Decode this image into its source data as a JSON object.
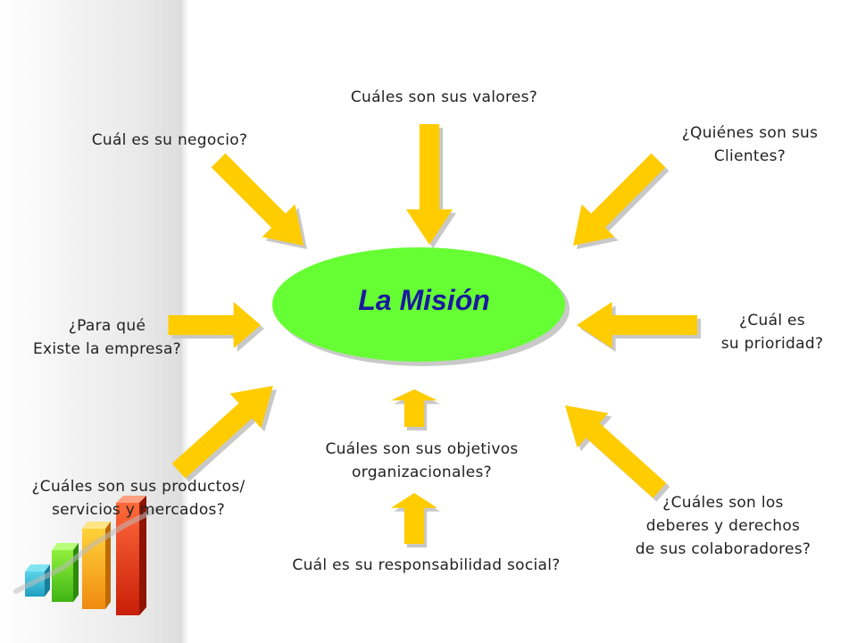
{
  "center": {
    "title": "La Misión"
  },
  "questions": {
    "valores": "Cuáles son sus valores?",
    "negocio": "Cuál es su negocio?",
    "clientes_1": "¿Quiénes son sus",
    "clientes_2": "Clientes?",
    "para_que_1": "¿Para qué",
    "para_que_2": "Existe la empresa?",
    "prioridad_1": "¿Cuál es",
    "prioridad_2": "su prioridad?",
    "objetivos_1": "Cuáles son sus objetivos",
    "objetivos_2": "organizacionales?",
    "productos_1": "¿Cuáles son sus productos/",
    "productos_2": "servicios y mercados?",
    "deberes_1": "¿Cuáles son los",
    "deberes_2": "deberes y derechos",
    "deberes_3": "de sus colaboradores?",
    "responsabilidad": "Cuál es su responsabilidad social?"
  },
  "colors": {
    "arrow": "#ffcc00",
    "ellipse": "#66ff33",
    "title": "#1a1a9e"
  }
}
